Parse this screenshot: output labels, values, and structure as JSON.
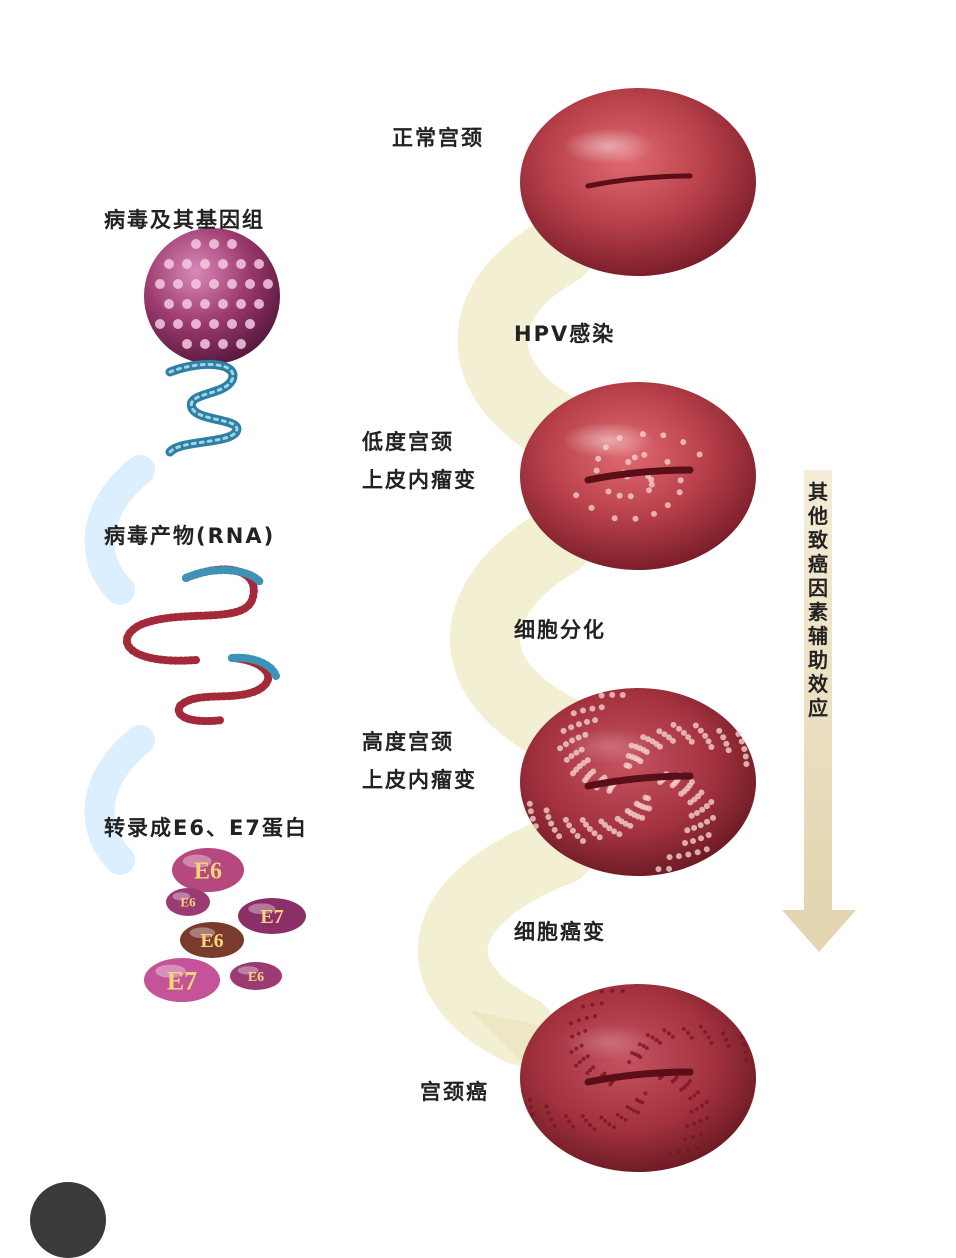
{
  "left_column": {
    "virus_label": "病毒及其基因组",
    "rna_label": "病毒产物(RNA)",
    "protein_label": "转录成E6、E7蛋白",
    "proteins": [
      {
        "text": "E6",
        "color": "#b5487f"
      },
      {
        "text": "E6",
        "color": "#9b3b74"
      },
      {
        "text": "E7",
        "color": "#8a2f67"
      },
      {
        "text": "E6",
        "color": "#7a3a2e"
      },
      {
        "text": "E7",
        "color": "#c4539a"
      },
      {
        "text": "E6",
        "color": "#9b3b74"
      }
    ]
  },
  "stages": [
    {
      "lines": [
        "正常宫颈"
      ]
    },
    {
      "lines": [
        "低度宫颈",
        "上皮内瘤变"
      ]
    },
    {
      "lines": [
        "高度宫颈",
        "上皮内瘤变"
      ]
    },
    {
      "lines": [
        "宫颈癌"
      ]
    }
  ],
  "transitions": [
    "HPV感染",
    "细胞分化",
    "细胞癌变"
  ],
  "side_note": "其他致癌因素辅助效应",
  "colors": {
    "cervix_tissue": "#b8404a",
    "virus_capsid": "#9c3a6e",
    "dna_blue": "#3d93b5",
    "rna_red": "#a32a3a",
    "flow_arrow": "#f2efd2",
    "cycle_arrow": "#dcefff",
    "side_arrow": "#efe6cc"
  }
}
